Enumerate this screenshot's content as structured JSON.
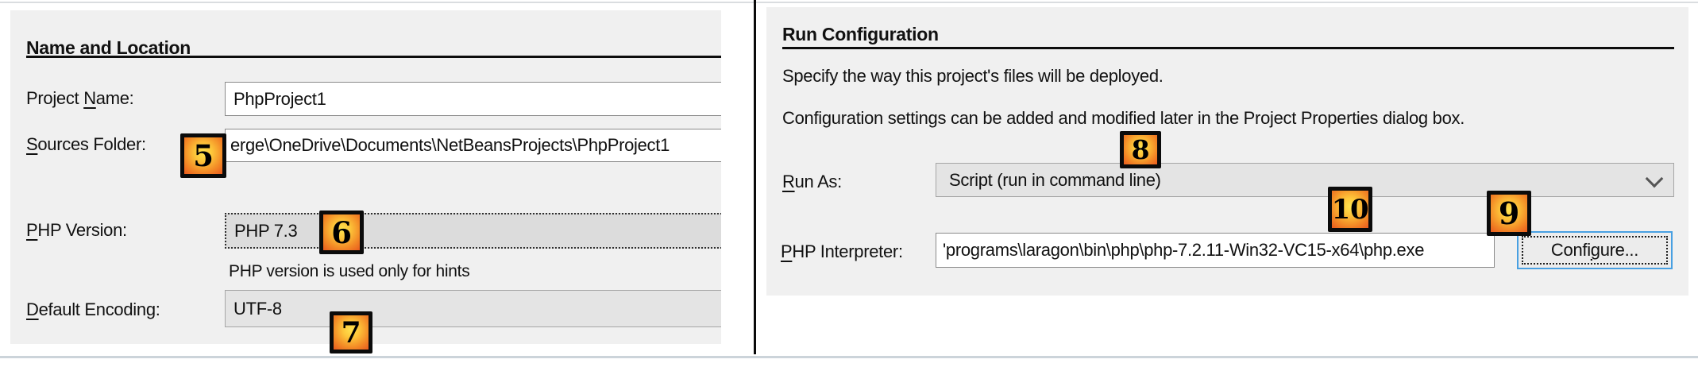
{
  "left_panel": {
    "title": "Name and Location",
    "project_name": {
      "label_pre": "Project ",
      "label_mn": "N",
      "label_post": "ame:",
      "value": "PhpProject1"
    },
    "sources_folder": {
      "label_pre": "",
      "label_mn": "S",
      "label_post": "ources Folder:",
      "value": "erge\\OneDrive\\Documents\\NetBeansProjects\\PhpProject1"
    },
    "php_version": {
      "label_pre": "",
      "label_mn": "P",
      "label_post": "HP Version:",
      "value": "PHP 7.3",
      "hint": "PHP version is used only for hints"
    },
    "default_encoding": {
      "label_pre": "",
      "label_mn": "D",
      "label_post": "efault Encoding:",
      "value": "UTF-8"
    }
  },
  "right_panel": {
    "title": "Run Configuration",
    "description_line1": "Specify the way this project's files will be deployed.",
    "description_line2": "Configuration settings can be added and modified later in the Project Properties dialog box.",
    "run_as": {
      "label_pre": "",
      "label_mn": "R",
      "label_post": "un As:",
      "value": "Script (run in command line)"
    },
    "php_interpreter": {
      "label_pre": "",
      "label_mn": "P",
      "label_post": "HP Interpreter:",
      "value": "'programs\\laragon\\bin\\php\\php-7.2.11-Win32-VC15-x64\\php.exe"
    },
    "configure_button": {
      "label_pre": "Confi",
      "label_mn": "g",
      "label_post": "ure..."
    }
  },
  "annotations": {
    "badge5": "5",
    "badge6": "6",
    "badge7": "7",
    "badge8": "8",
    "badge9": "9",
    "badge10": "10"
  },
  "icons": {
    "run_as_dropdown": "chevron-down"
  },
  "colors": {
    "panel_background": "#f0f0f0",
    "divider": "#0a0a0a",
    "badge_center": "#ffe34f",
    "badge_edge": "#e95a1e",
    "badge_border": "#0b0b0b",
    "focus_button_border": "#48a0e2",
    "textbox_border": "#8a8a8a",
    "combo_background": "#e4e4e4"
  }
}
